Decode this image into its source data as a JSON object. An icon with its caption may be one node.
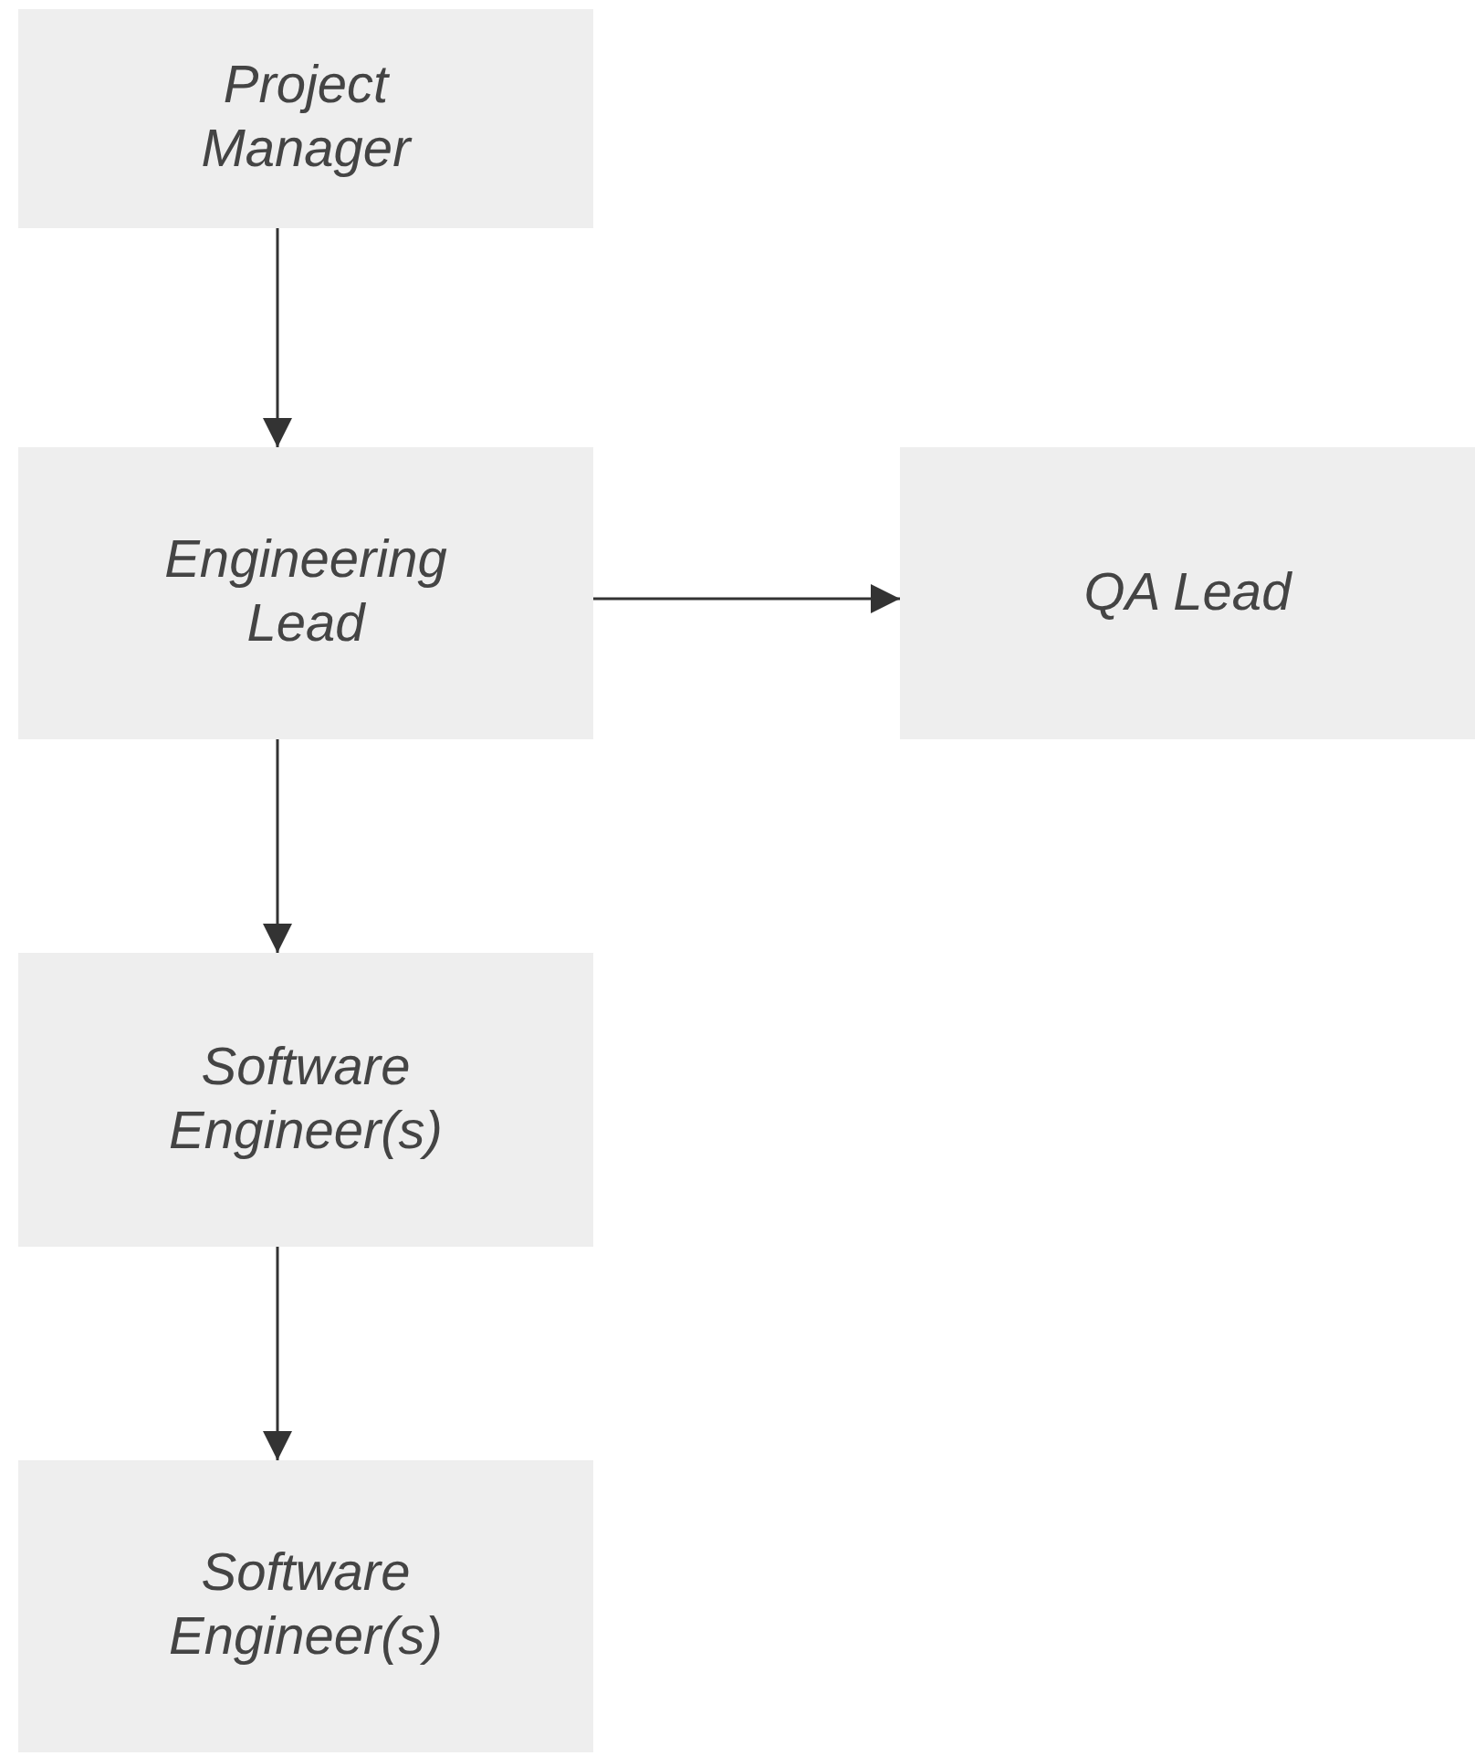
{
  "diagram": {
    "nodes": [
      {
        "text": [
          "Project Manager"
        ]
      },
      {
        "text": [
          "Engineering Lead"
        ]
      },
      {
        "text": [
          "QA Lead"
        ]
      },
      {
        "text": [
          "Software Engineer(s)"
        ]
      },
      {
        "text": [
          "Software Engineer(s)"
        ]
      }
    ],
    "edges": [
      {
        "from": 0,
        "to": 1,
        "arrow": "to"
      },
      {
        "from": 1,
        "to": 2,
        "arrow": "to"
      },
      {
        "from": 1,
        "to": 3,
        "arrow": "to"
      },
      {
        "from": 3,
        "to": 4,
        "arrow": "to"
      }
    ]
  }
}
